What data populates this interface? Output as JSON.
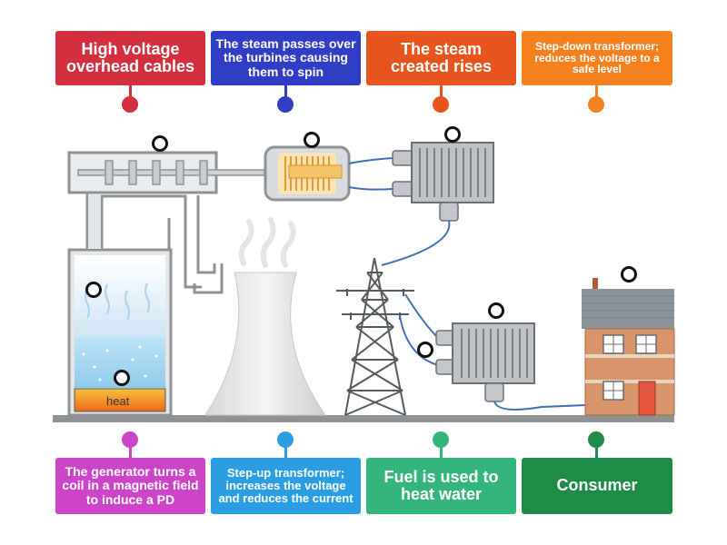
{
  "labels": {
    "high_voltage": "High voltage overhead cables",
    "steam_passes": "The steam passes over the turbines causing them to spin",
    "steam_rises": "The steam created rises",
    "step_down": "Step-down transformer; reduces the voltage to a safe level",
    "generator": "The generator turns a coil in a magnetic field to induce a PD",
    "step_up": "Step-up transformer; increases the voltage and reduces the current",
    "fuel": "Fuel is used to heat water",
    "consumer": "Consumer"
  },
  "diagram": {
    "heat_text": "heat"
  },
  "colors": {
    "high_voltage": "#d32f3f",
    "steam_passes": "#2f3ec4",
    "steam_rises": "#e8541e",
    "step_down": "#f4801e",
    "generator": "#cc45c9",
    "step_up": "#2a9de3",
    "fuel": "#34b57c",
    "consumer": "#1e8b47"
  }
}
